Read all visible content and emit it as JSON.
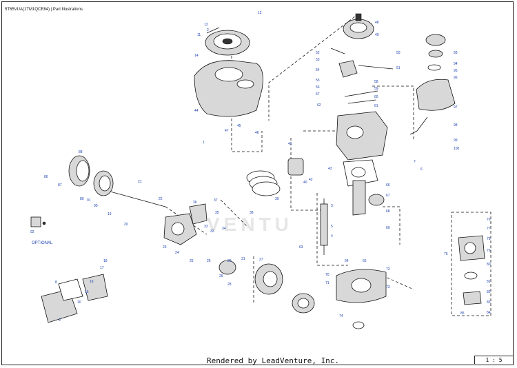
{
  "header": {
    "title": "5T65VUA(1TM1QCE84) | Part Illustrations"
  },
  "footer": {
    "rendered_by": "Rendered by LeadVenture, Inc.",
    "page": "1 : 5"
  },
  "diagram": {
    "optional_label": "OPTIONAL",
    "watermark": "VENTU",
    "callouts": [
      "12",
      "13",
      "11",
      "14",
      "2",
      "48",
      "49",
      "50",
      "51",
      "52",
      "53",
      "54",
      "55",
      "56",
      "57",
      "58",
      "59",
      "60",
      "61",
      "62",
      "93",
      "94",
      "95",
      "96",
      "97",
      "98",
      "99",
      "100",
      "45",
      "46",
      "47",
      "44",
      "1",
      "43",
      "42",
      "41",
      "40",
      "39",
      "38",
      "37",
      "36",
      "35",
      "34",
      "33",
      "32",
      "31",
      "30",
      "29",
      "28",
      "27",
      "26",
      "25",
      "24",
      "23",
      "22",
      "21",
      "20",
      "19",
      "18",
      "17",
      "16",
      "15",
      "10",
      "9",
      "8",
      "7",
      "6",
      "5",
      "4",
      "3",
      "63",
      "64",
      "65",
      "66",
      "67",
      "68",
      "69",
      "70",
      "71",
      "72",
      "73",
      "74",
      "75",
      "76",
      "77",
      "78",
      "79",
      "80",
      "81",
      "82",
      "83",
      "84",
      "85",
      "86",
      "87",
      "88",
      "89",
      "90",
      "91",
      "92"
    ]
  }
}
